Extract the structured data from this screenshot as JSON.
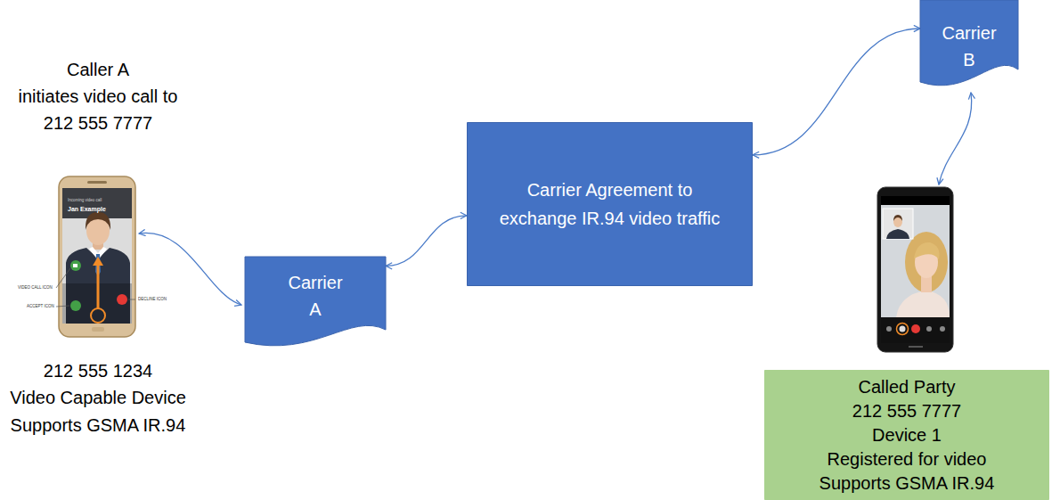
{
  "diagram": {
    "nodes": [
      {
        "text": [
          "Carrier A"
        ]
      },
      {
        "text": [
          "Carrier Agreement to exchange IR.94 video traffic"
        ]
      },
      {
        "text": [
          "Carrier B"
        ]
      },
      {
        "text": [
          "Called Party",
          "212 555 7777",
          "Device 1",
          "Registered for video",
          "Supports GSMA IR.94"
        ]
      }
    ],
    "edges": [
      {
        "from": 0,
        "to": 1,
        "arrow": "both"
      },
      {
        "from": 1,
        "to": 2,
        "arrow": "both"
      }
    ],
    "labels": [
      "Caller A",
      "initiates video call to",
      "212 555 7777",
      "212 555 1234",
      "Video Capable Device",
      "Supports GSMA IR.94",
      "Incoming video call",
      "Jan Example",
      "VIDEO CALL ICON",
      "ACCEPT ICON",
      "DECLINE ICON"
    ]
  }
}
